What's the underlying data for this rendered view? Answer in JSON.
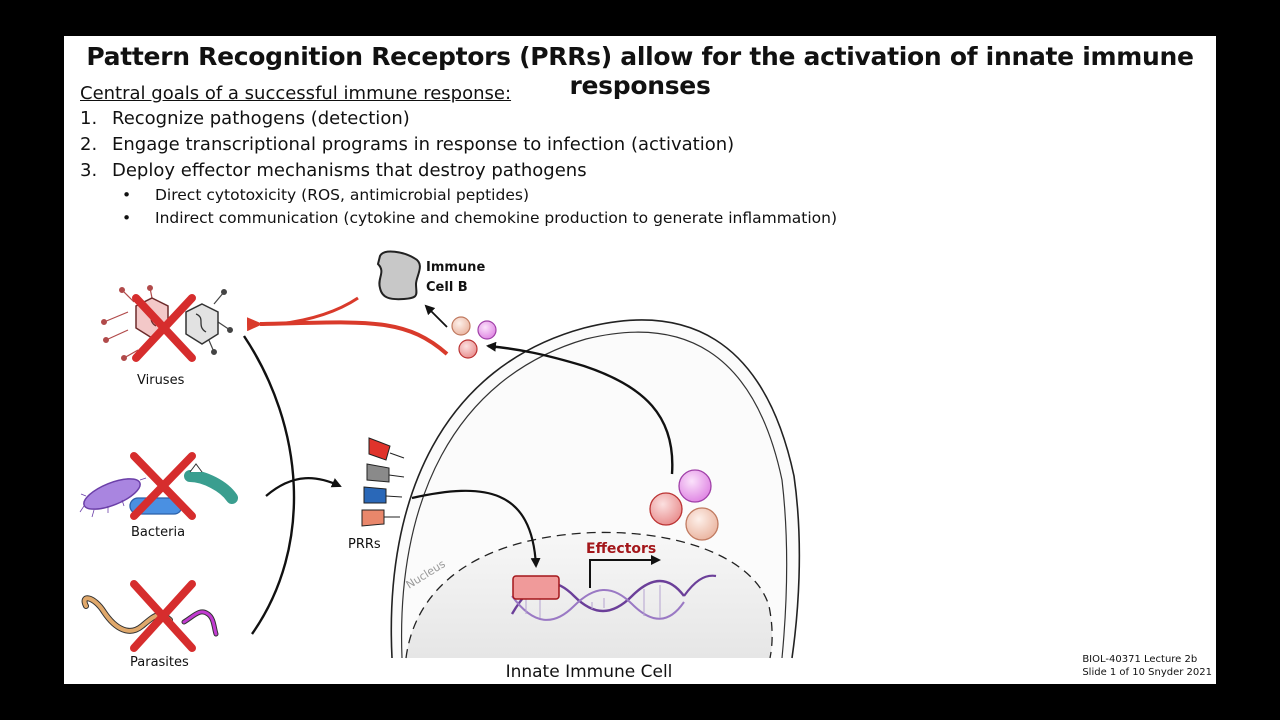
{
  "title": "Pattern Recognition Receptors (PRRs) allow for the activation of innate immune responses",
  "goals_heading": "Central goals of a successful immune response:",
  "goals": [
    {
      "num": "1.",
      "text": "Recognize pathogens (detection)"
    },
    {
      "num": "2.",
      "text": "Engage transcriptional programs in response to infection (activation)"
    },
    {
      "num": "3.",
      "text": "Deploy effector mechanisms that destroy pathogens"
    }
  ],
  "bullets": [
    {
      "mark": "•",
      "text": "Direct cytotoxicity (ROS, antimicrobial peptides)"
    },
    {
      "mark": "•",
      "text": "Indirect communication (cytokine and chemokine production to generate inflammation)"
    }
  ],
  "diagram": {
    "immune_cell_b_line1": "Immune",
    "immune_cell_b_line2": "Cell B",
    "viruses_label": "Viruses",
    "bacteria_label": "Bacteria",
    "parasites_label": "Parasites",
    "prrs_label": "PRRs",
    "nucleus_label": "Nucleus",
    "effectors_label": "Effectors",
    "cell_label": "Innate Immune Cell",
    "colors": {
      "red_arrow": "#d93a2b",
      "x_mark": "#d62d2d",
      "effectors_text": "#a3161a",
      "prr_red": "#e0332b",
      "prr_gray": "#8a8a8a",
      "prr_blue": "#2a68b8",
      "prr_salmon": "#e9876b",
      "cytokine_pink": "#ee9a9a",
      "cytokine_purple": "#e28be6",
      "cytokine_peach": "#f0c1ae"
    }
  },
  "footer": {
    "line1": "BIOL-40371 Lecture 2b",
    "line2": "Slide 1 of 10 Snyder 2021"
  }
}
